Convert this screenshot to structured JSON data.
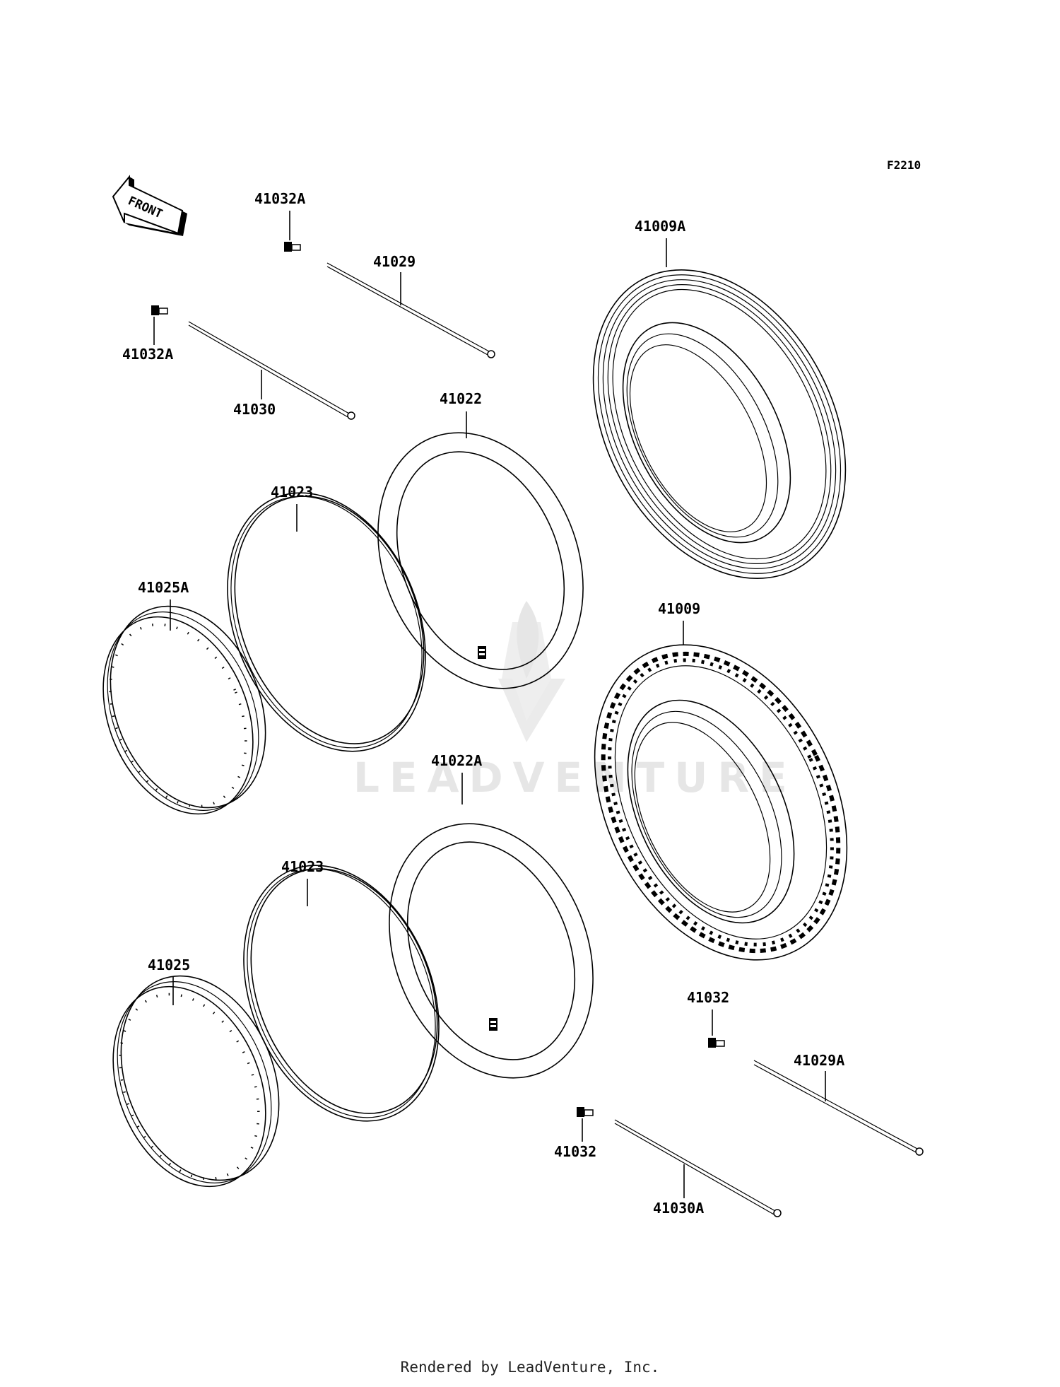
{
  "diagram_code": "F2210",
  "direction_label": "FRONT",
  "watermark": "LEADVENTURE",
  "footer": "Rendered by LeadVenture, Inc.",
  "parts": {
    "valve_cap_front_a": "41032A",
    "valve_cap_left_a": "41032A",
    "spoke_41029": "41029",
    "spoke_41030": "41030",
    "tire_front": "41009A",
    "tube_front": "41022",
    "rim_band_front": "41023",
    "rim_front": "41025A",
    "tire_rear": "41009",
    "tube_rear": "41022A",
    "rim_band_rear": "41023",
    "rim_rear": "41025",
    "valve_cap_rear_right": "41032",
    "valve_cap_rear_left": "41032",
    "spoke_41029a": "41029A",
    "spoke_41030a": "41030A"
  },
  "colors": {
    "line": "#000000",
    "watermark": "#e6e6e6"
  }
}
